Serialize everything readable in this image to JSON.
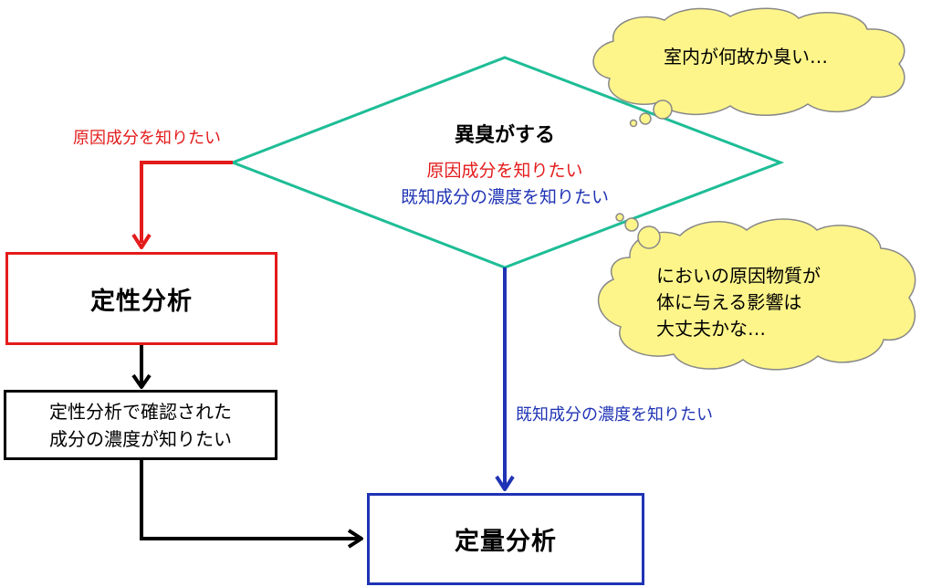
{
  "colors": {
    "diamond": "#1ebd96",
    "red": "#e41b1b",
    "blue": "#1f33b5",
    "black": "#000000",
    "cloud_fill": "#fdf58a",
    "cloud_stroke": "#888888"
  },
  "decision": {
    "title": "異臭がする",
    "line_red": "原因成分を知りたい",
    "line_blue": "既知成分の濃度を知りたい"
  },
  "branch_left_label": "原因成分を知りたい",
  "branch_down_label": "既知成分の濃度を知りたい",
  "box_qualitative": "定性分析",
  "box_intermediate": {
    "line1": "定性分析で確認された",
    "line2": "成分の濃度が知りたい"
  },
  "box_quantitative": "定量分析",
  "cloud_top": "室内が何故か臭い…",
  "cloud_bottom": {
    "line1": "においの原因物質が",
    "line2": "体に与える影響は",
    "line3": "大丈夫かな…"
  }
}
